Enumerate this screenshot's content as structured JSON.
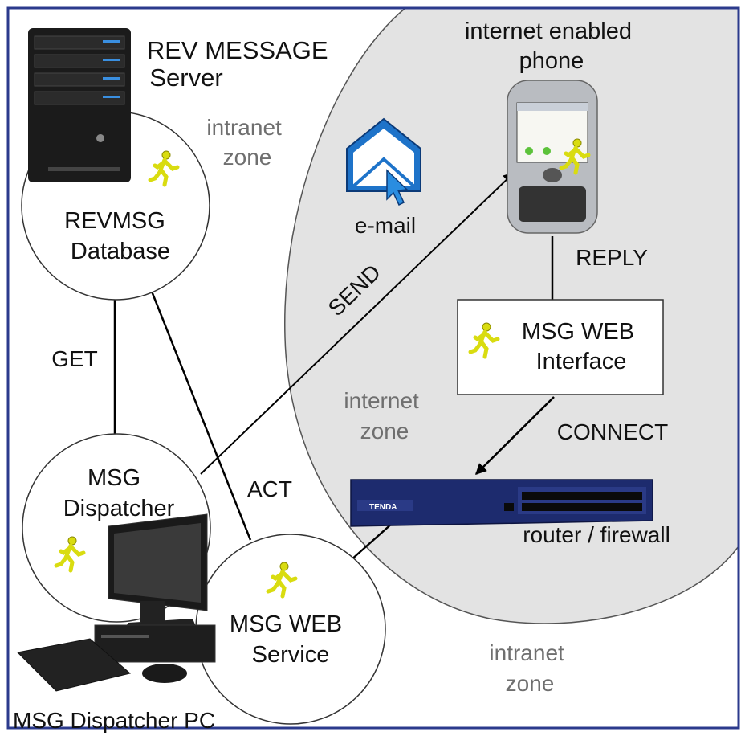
{
  "labels": {
    "server": [
      "REV MESSAGE",
      "Server"
    ],
    "intranet_zone_top": [
      "intranet",
      "zone"
    ],
    "phone": [
      "internet enabled",
      "phone"
    ],
    "email": "e-mail",
    "database": [
      "REVMSG",
      "Database"
    ],
    "reply": "REPLY",
    "send": "SEND",
    "web_interface": [
      "MSG WEB",
      "Interface"
    ],
    "get": "GET",
    "internet_zone": [
      "internet",
      "zone"
    ],
    "connect": "CONNECT",
    "dispatcher": [
      "MSG",
      "Dispatcher"
    ],
    "act": "ACT",
    "router_brand": "TENDA",
    "router": "router / firewall",
    "web_service": [
      "MSG WEB",
      "Service"
    ],
    "intranet_zone_bottom": [
      "intranet",
      "zone"
    ],
    "dispatcher_pc": "MSG Dispatcher PC"
  },
  "colors": {
    "internet_zone_fill": "#e3e3e3",
    "frame": "#2b3a8c",
    "runner": "#d9dc10",
    "envelope": "#1e73c9"
  },
  "icons": [
    "server-icon",
    "phone-icon",
    "email-icon",
    "router-icon",
    "computer-icon",
    "runner-icon"
  ]
}
